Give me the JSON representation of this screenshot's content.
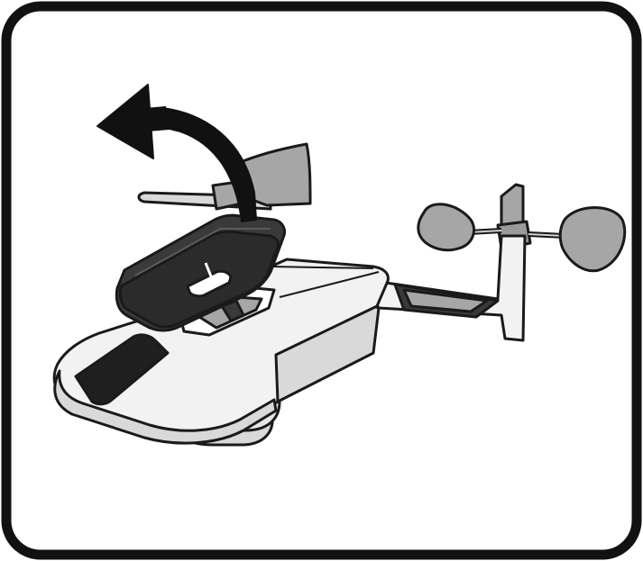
{
  "figure": {
    "subject": "weather-station-sensor",
    "parts": [
      "rain-collector-cover",
      "wind-vane",
      "anemometer",
      "solar-panel",
      "sensor-body",
      "mounting-arm",
      "removal-arrow"
    ]
  },
  "colors": {
    "outline": "#1a1a1a",
    "frame": "#111111",
    "body": "#f2f2f2",
    "body_shade": "#d9d9d9",
    "mid_gray": "#a6a6a6",
    "dark_cover": "#3a3a3a",
    "solar_panel": "#1f1f1f",
    "arrow": "#111111"
  }
}
